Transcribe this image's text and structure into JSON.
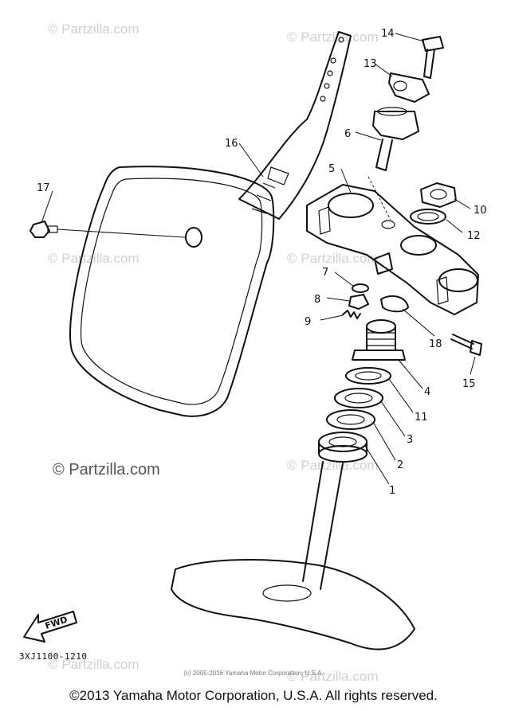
{
  "watermark_text": "© Partzilla.com",
  "watermark_large_text": "© Partzilla.com",
  "fwd_label": "FWD",
  "diagram_code": "3XJ1100-1210",
  "small_copyright": "(c) 2005-2016 Yamaha Motor Corporation, U.S.A.",
  "footer_copyright": "©2013 Yamaha Motor Corporation, U.S.A. All rights reserved.",
  "callouts": {
    "c1": "1",
    "c2": "2",
    "c3": "3",
    "c4": "4",
    "c5": "5",
    "c6": "6",
    "c7": "7",
    "c8": "8",
    "c9": "9",
    "c10": "10",
    "c11": "11",
    "c12": "12",
    "c13": "13",
    "c14": "14",
    "c15": "15",
    "c16": "16",
    "c17": "17",
    "c18": "18"
  }
}
